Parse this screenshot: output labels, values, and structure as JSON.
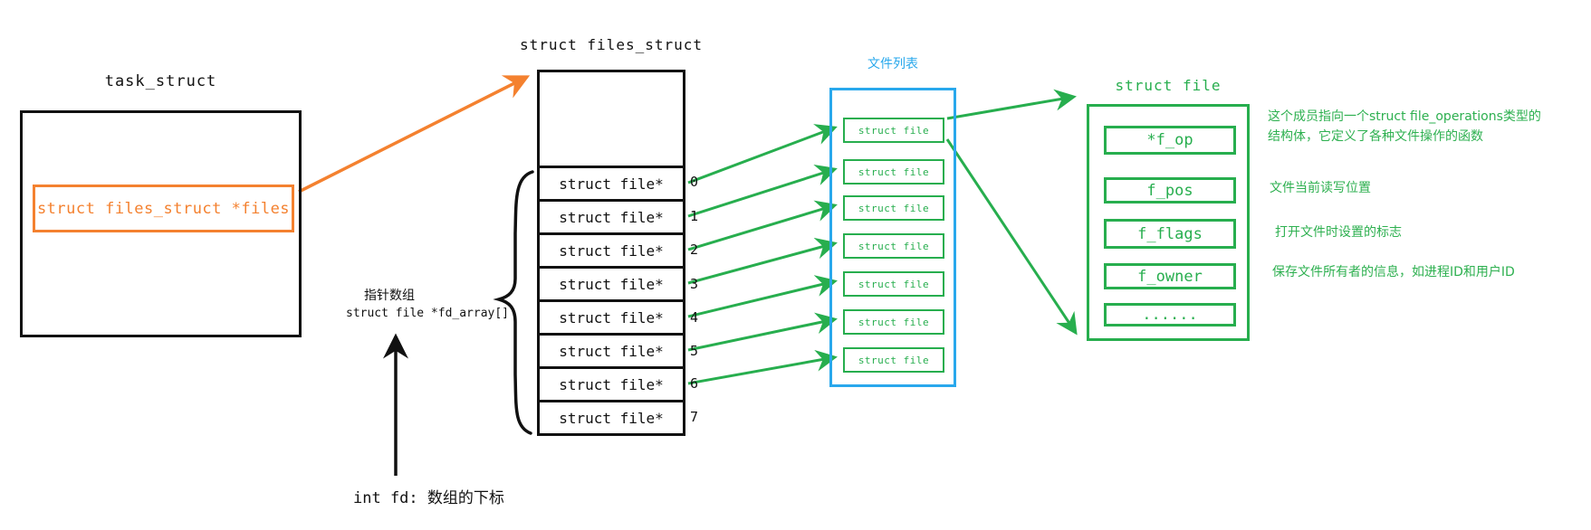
{
  "task_struct": {
    "title": "task_struct",
    "pointer_field": "struct files_struct *files"
  },
  "files_struct": {
    "title": "struct files_struct",
    "rows": [
      {
        "label": "struct file*",
        "index": "0"
      },
      {
        "label": "struct file*",
        "index": "1"
      },
      {
        "label": "struct file*",
        "index": "2"
      },
      {
        "label": "struct file*",
        "index": "3"
      },
      {
        "label": "struct file*",
        "index": "4"
      },
      {
        "label": "struct file*",
        "index": "5"
      },
      {
        "label": "struct file*",
        "index": "6"
      },
      {
        "label": "struct file*",
        "index": "7"
      }
    ],
    "array_note_line1": "指针数组",
    "array_note_line2": "struct file *fd_array[]",
    "fd_note": "int fd: 数组的下标"
  },
  "file_list": {
    "title": "文件列表",
    "items": [
      "struct file",
      "struct file",
      "struct file",
      "struct file",
      "struct file",
      "struct file",
      "struct file"
    ]
  },
  "struct_file": {
    "title": "struct file",
    "fields": [
      "*f_op",
      "f_pos",
      "f_flags",
      "f_owner",
      "......"
    ],
    "annotations": [
      "这个成员指向一个struct file_operations类型的\n结构体，它定义了各种文件操作的函数",
      "文件当前读写位置",
      "打开文件时设置的标志",
      "保存文件所有者的信息，如进程ID和用户ID"
    ]
  },
  "colors": {
    "orange": "#F4812F",
    "green": "#27AE4E",
    "blue": "#29A8EC",
    "ink": "#111111"
  }
}
